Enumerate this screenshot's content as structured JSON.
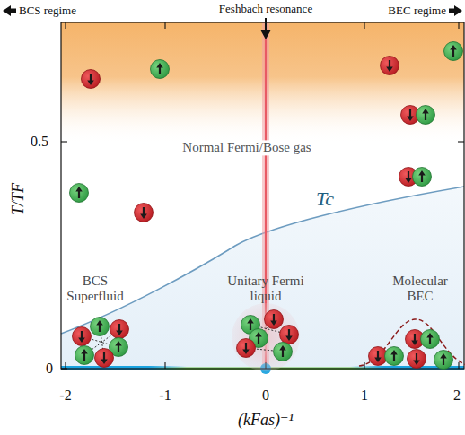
{
  "diagram": {
    "labels": [
      "BCS regime",
      "Feshbach resonance",
      "BEC regime",
      "Normal Fermi/Bose gas",
      "Tc",
      "BCS Superfluid",
      "Unitary Fermi liquid",
      "Molecular BEC",
      "0.5",
      "0",
      "-2",
      "-1",
      "0",
      "1",
      "2",
      "T/TF",
      "(kFas)⁻¹"
    ]
  }
}
